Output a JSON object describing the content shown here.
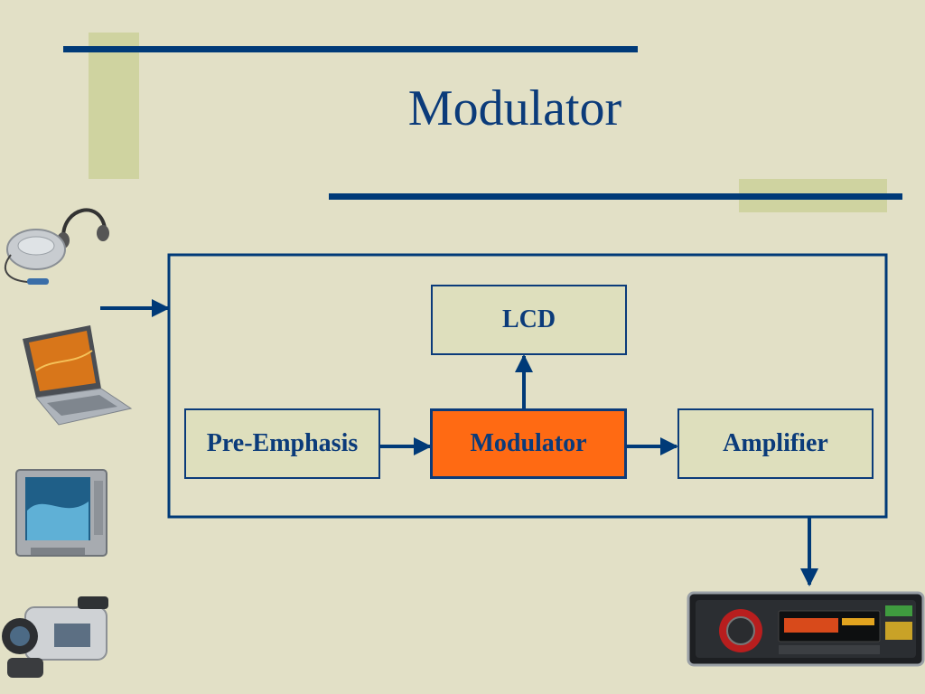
{
  "title": "Modulator",
  "blocks": {
    "lcd": "LCD",
    "pre_emphasis": "Pre-Emphasis",
    "modulator": "Modulator",
    "amplifier": "Amplifier"
  },
  "colors": {
    "background": "#e2e0c6",
    "accent_line": "#003a78",
    "deco_block": "#cfd3a0",
    "highlight_block": "#ff6a13",
    "block_fill": "#dedfbd"
  },
  "icons": {
    "inputs": [
      "cd-player-headphones-icon",
      "laptop-icon",
      "television-icon",
      "camcorder-icon"
    ],
    "output": "car-stereo-icon"
  }
}
